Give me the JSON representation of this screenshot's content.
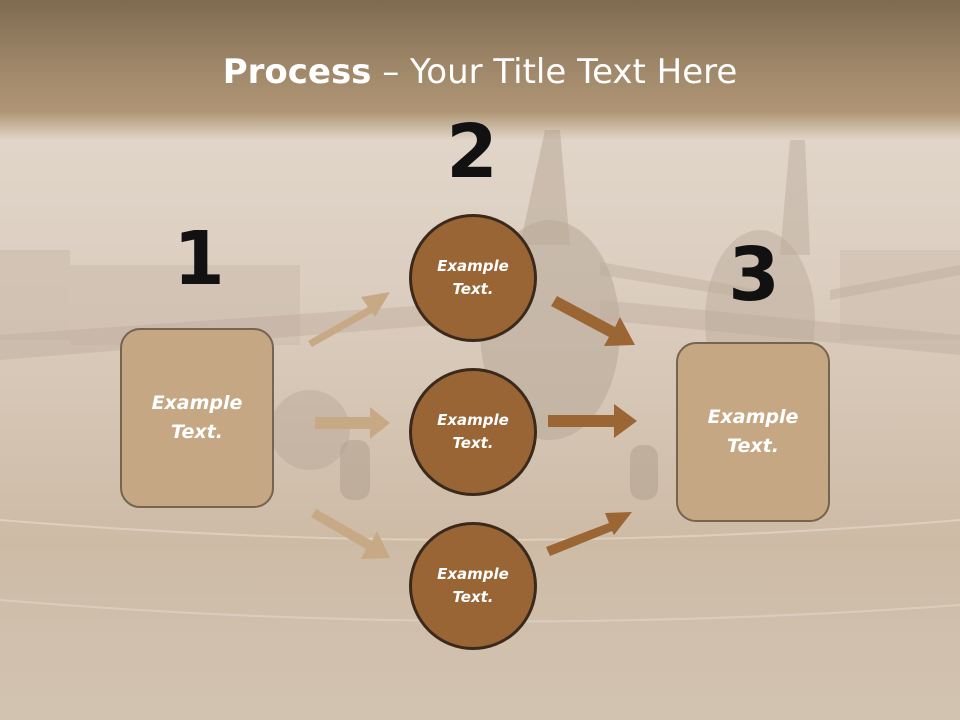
{
  "title": {
    "bold": "Process",
    "rest": " – Your Title Text Here"
  },
  "steps": {
    "one": "1",
    "two": "2",
    "three": "3"
  },
  "left_box": {
    "line1": "Example",
    "line2": "Text."
  },
  "right_box": {
    "line1": "Example",
    "line2": "Text."
  },
  "circles": [
    {
      "line1": "Example",
      "line2": "Text."
    },
    {
      "line1": "Example",
      "line2": "Text."
    },
    {
      "line1": "Example",
      "line2": "Text."
    }
  ],
  "colors": {
    "header": "#9d8567",
    "box_fill": "#c5a883",
    "circle_fill": "#9a6535",
    "left_arrow": "#c8a985",
    "right_arrow": "#9b6534"
  }
}
